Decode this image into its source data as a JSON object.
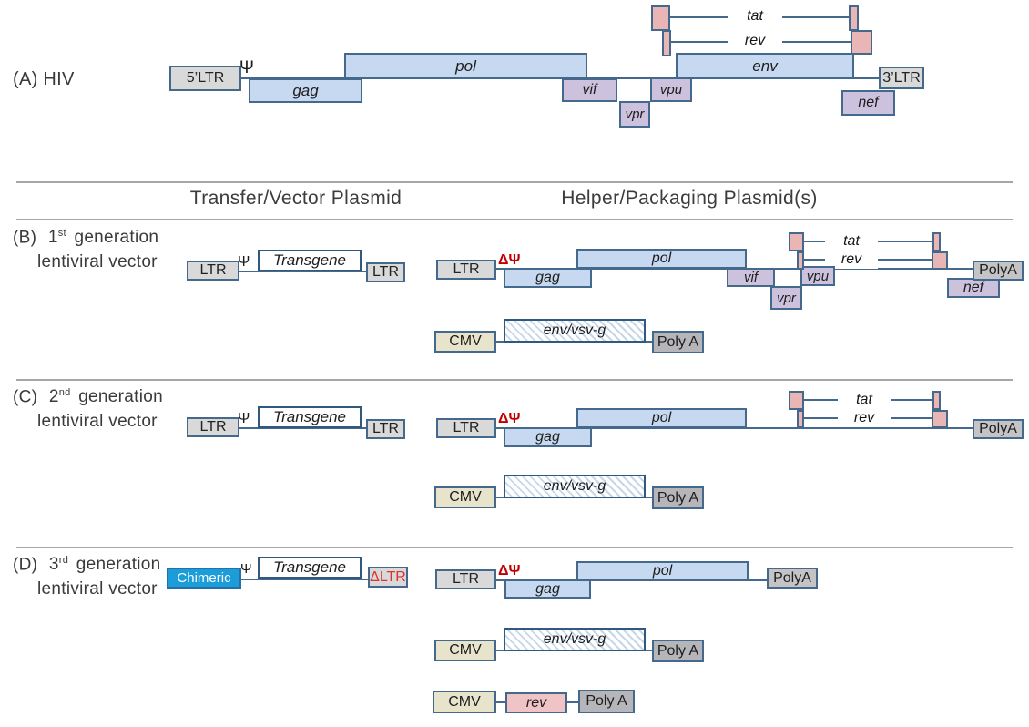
{
  "colors": {
    "gene_box": "#c6d9f0",
    "accessory_box": "#cdc2dd",
    "exon_box": "#eab5b5",
    "rev_box_pink": "#f0c3c6",
    "ltr_box": "#d9d9d9",
    "cmv_box": "#e8e4cc",
    "polya_box": "#b5b5ba",
    "polya_line_box": "#c4c4c6",
    "chimeric_box": "#1b9dd9",
    "delta_psi_red": "#c00000",
    "delta_ltr_red": "#e03030",
    "outline": "#44698d",
    "separator": "#a6a6a6"
  },
  "panel_a": {
    "title": "(A) HIV",
    "ltr5": "5’LTR",
    "psi": "Ψ",
    "gag": "gag",
    "pol": "pol",
    "vif": "vif",
    "vpr": "vpr",
    "vpu": "vpu",
    "env": "env",
    "tat": "tat",
    "rev": "rev",
    "nef": "nef",
    "ltr3": "3’LTR"
  },
  "column_headers": {
    "transfer": "Transfer/Vector Plasmid",
    "helper": "Helper/Packaging Plasmid(s)"
  },
  "panel_b": {
    "prefix": "(B)",
    "gen_number": "1",
    "gen_ordinal": "st",
    "gen_word": "generation",
    "label_line2": "lentiviral vector",
    "transfer": {
      "ltr_left": "LTR",
      "psi": "Ψ",
      "transgene": "Transgene",
      "ltr_right": "LTR"
    },
    "helper": {
      "ltr": "LTR",
      "delta_psi": "ΔΨ",
      "gag": "gag",
      "pol": "pol",
      "vif": "vif",
      "vpr": "vpr",
      "vpu": "vpu",
      "tat": "tat",
      "rev": "rev",
      "nef": "nef",
      "polya": "PolyA"
    },
    "envelope": {
      "cmv": "CMV",
      "env": "env/vsv-g",
      "polya": "Poly A"
    }
  },
  "panel_c": {
    "prefix": "(C)",
    "gen_number": "2",
    "gen_ordinal": "nd",
    "gen_word": "generation",
    "label_line2": "lentiviral vector",
    "transfer": {
      "ltr_left": "LTR",
      "psi": "Ψ",
      "transgene": "Transgene",
      "ltr_right": "LTR"
    },
    "helper": {
      "ltr": "LTR",
      "delta_psi": "ΔΨ",
      "gag": "gag",
      "pol": "pol",
      "tat": "tat",
      "rev": "rev",
      "polya": "PolyA"
    },
    "envelope": {
      "cmv": "CMV",
      "env": "env/vsv-g",
      "polya": "Poly A"
    }
  },
  "panel_d": {
    "prefix": "(D)",
    "gen_number": "3",
    "gen_ordinal": "rd",
    "gen_word": "generation",
    "label_line2": "lentiviral vector",
    "transfer": {
      "chimeric": "Chimeric",
      "psi": "Ψ",
      "transgene": "Transgene",
      "delta_ltr": "ΔLTR"
    },
    "helper": {
      "ltr": "LTR",
      "delta_psi": "ΔΨ",
      "gag": "gag",
      "pol": "pol",
      "polya": "PolyA"
    },
    "envelope": {
      "cmv": "CMV",
      "env": "env/vsv-g",
      "polya": "Poly A"
    },
    "rev_plasmid": {
      "cmv": "CMV",
      "rev": "rev",
      "polya": "Poly A"
    }
  }
}
